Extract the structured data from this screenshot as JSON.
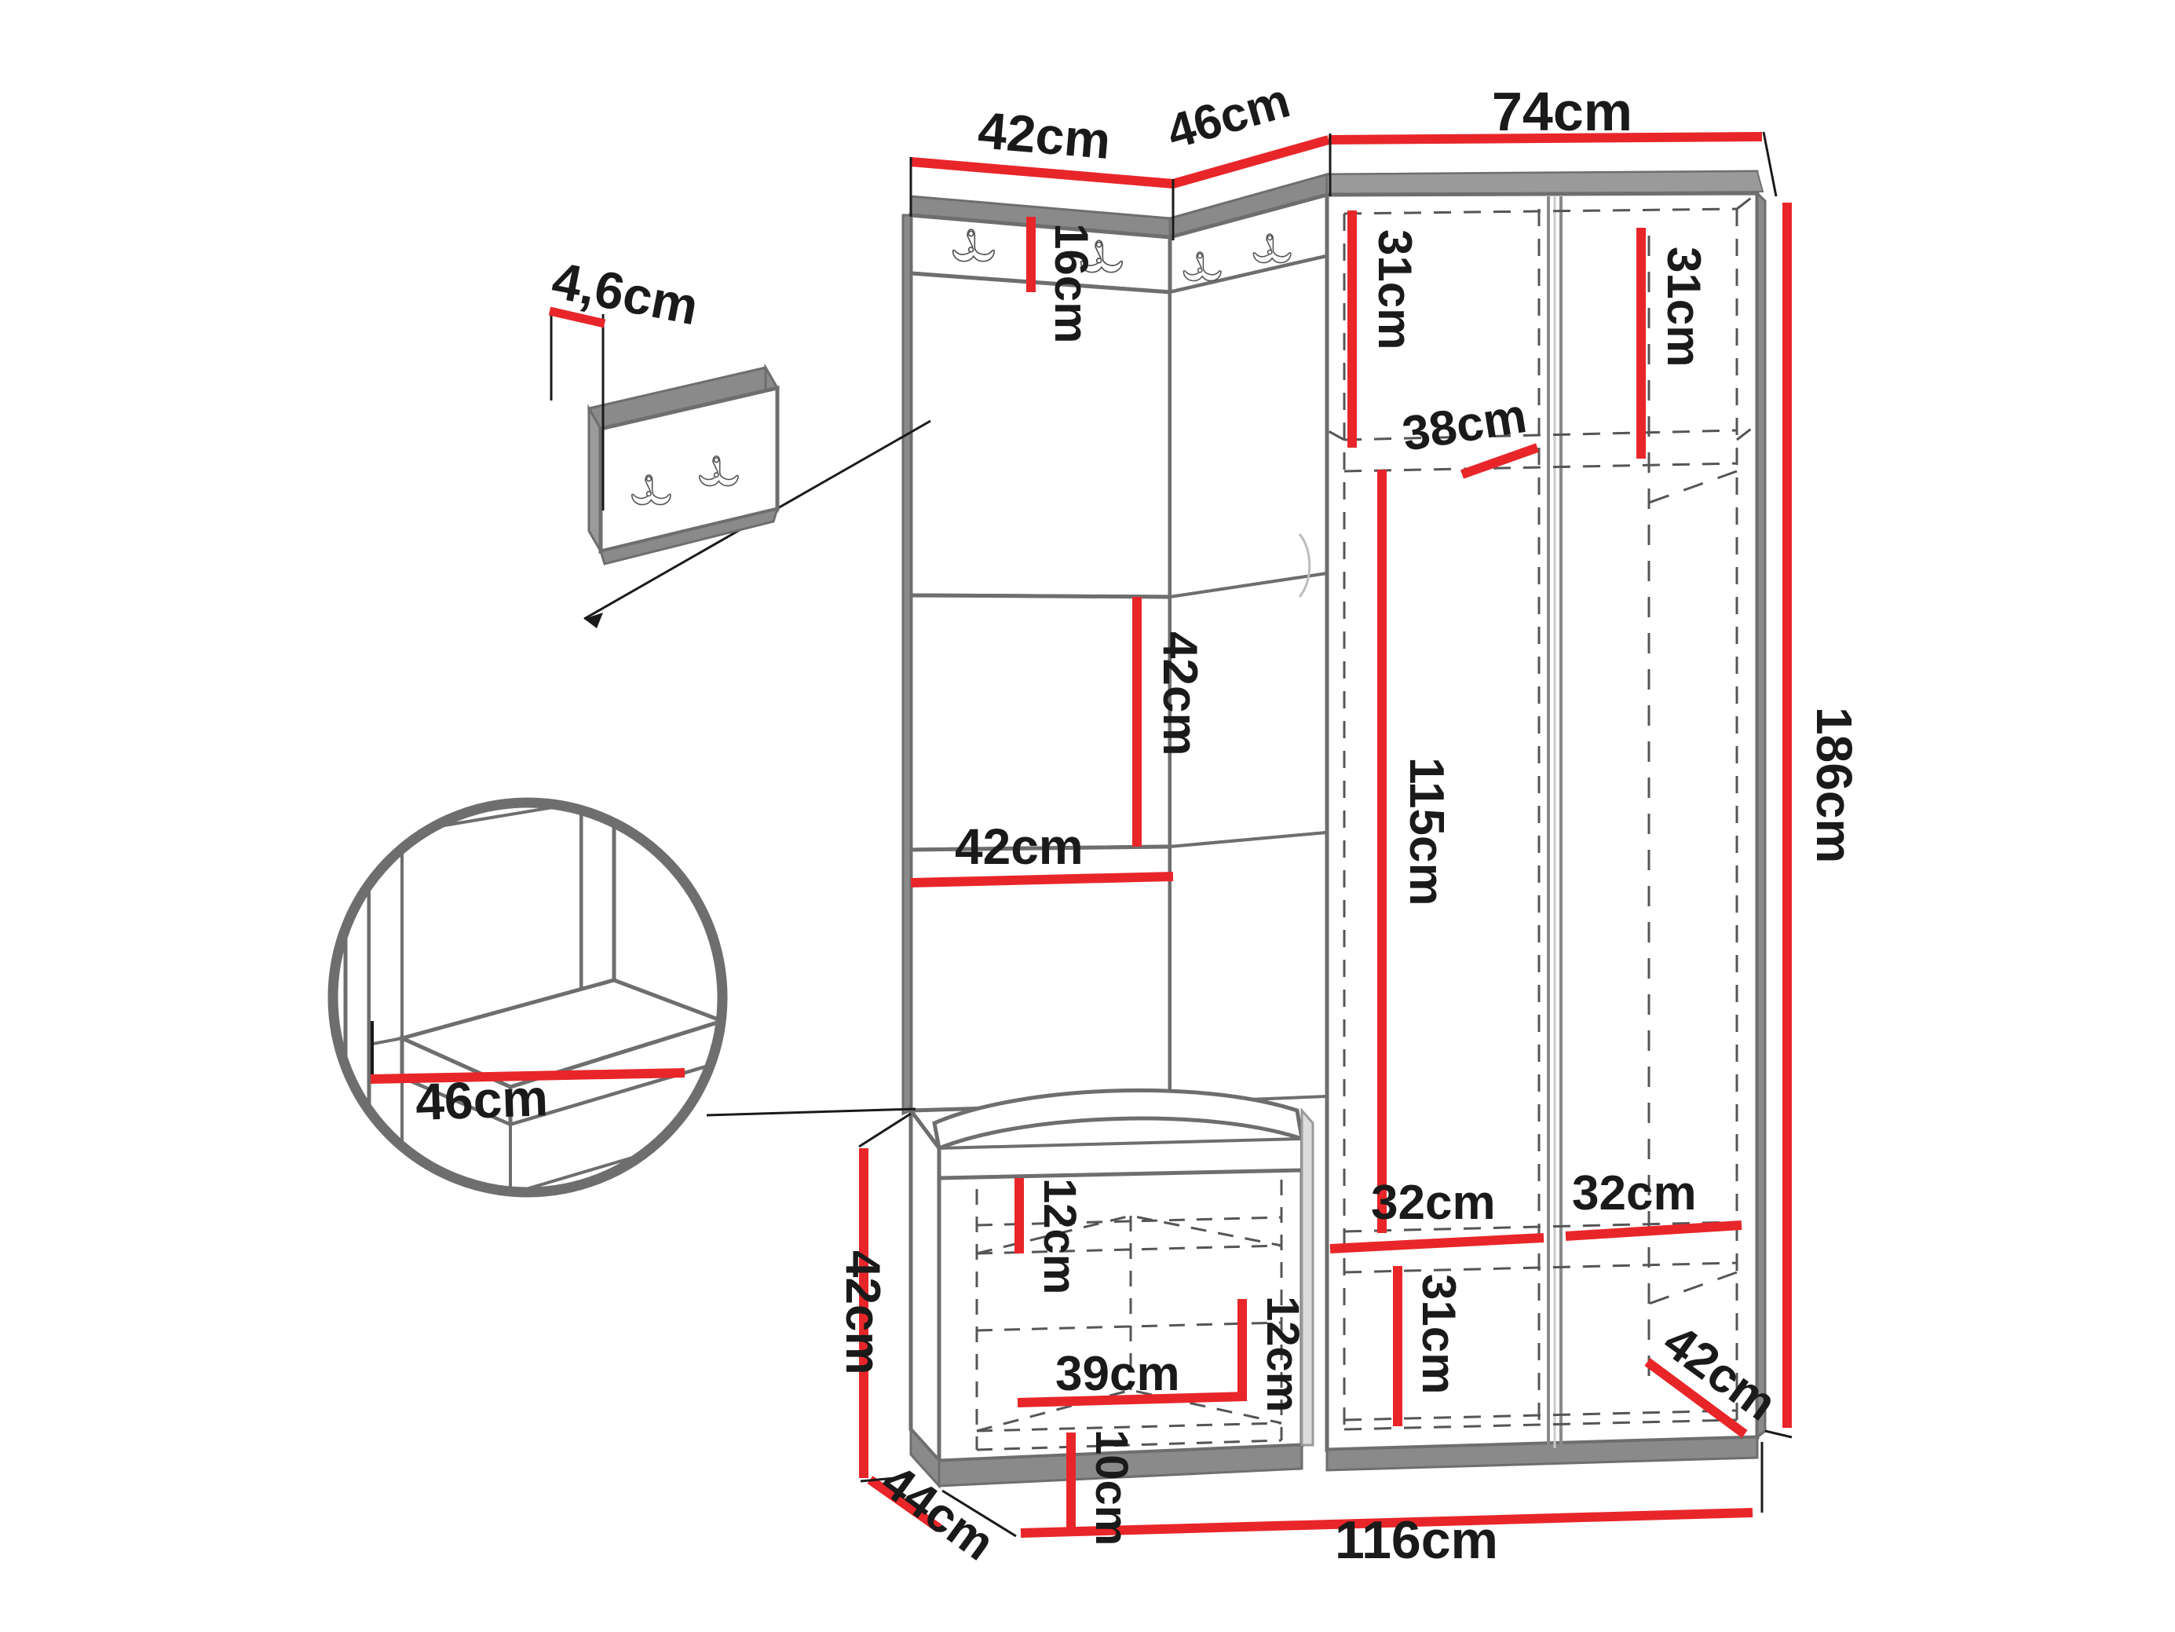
{
  "diagram": {
    "title": "Hallway furniture set technical dimension drawing",
    "unit": "cm",
    "colors": {
      "dimension_line": "#E8262A",
      "outline": "#6E6E6E",
      "hidden_line": "#555555",
      "text": "#1a1a1a",
      "background": "#FFFFFF"
    }
  },
  "dimensions": {
    "panel_thickness": "4,6cm",
    "hook_panel_width": "42cm",
    "corner_panel_width": "46cm",
    "wardrobe_width": "74cm",
    "hook_strip_height": "16cm",
    "shelf_top_left": "31cm",
    "shelf_top_right": "31cm",
    "shelf_depth": "38cm",
    "panel_height_vert": "42cm",
    "panel_width_horiz": "42cm",
    "hanging_space": "115cm",
    "total_height": "186cm",
    "seat_depth_detail": "46cm",
    "bench_height": "42cm",
    "bench_depth": "44cm",
    "drawer_upper": "12cm",
    "drawer_right": "12cm",
    "drawer_width": "39cm",
    "drawer_lower": "10cm",
    "base_left": "32cm",
    "base_right": "32cm",
    "base_height": "31cm",
    "base_depth": "42cm",
    "total_width": "116cm"
  },
  "callouts": {
    "hook_panel": {
      "label": "4,6cm",
      "description": "wall-mounted coat hook panel detail"
    },
    "seat_detail": {
      "label": "46cm",
      "description": "magnified bench seat cushion detail"
    }
  },
  "icons": {
    "coat_hook": "coat-hook-icon",
    "magnifier_circle": "magnifier-circle-icon"
  }
}
